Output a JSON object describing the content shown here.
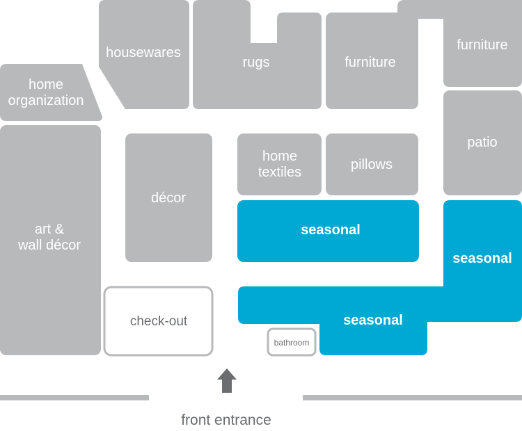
{
  "departments": {
    "housewares": "housewares",
    "rugs": "rugs",
    "furniture_center": "furniture",
    "furniture_right": "furniture",
    "home_organization": [
      "home",
      "organization"
    ],
    "art_wall_decor": [
      "art &",
      "wall décor"
    ],
    "decor": "décor",
    "home_textiles": [
      "home",
      "textiles"
    ],
    "pillows": "pillows",
    "patio": "patio",
    "seasonal_top": "seasonal",
    "seasonal_right": "seasonal",
    "seasonal_bottom": "seasonal",
    "checkout": "check-out",
    "bathroom": "bathroom"
  },
  "entrance": {
    "label": "front entrance"
  },
  "colors": {
    "department": "#b8b9bb",
    "seasonal": "#00a8d4",
    "text_dark": "#6b6d70"
  }
}
